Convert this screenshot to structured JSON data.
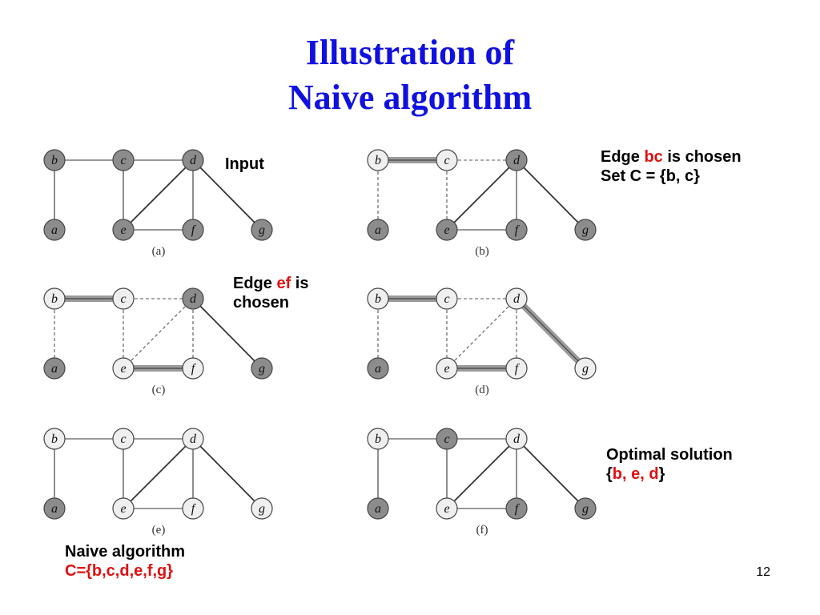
{
  "title": {
    "line1": "Illustration of",
    "line2": "Naive algorithm"
  },
  "notes": {
    "input": "Input",
    "edge_bc": {
      "pre": "Edge ",
      "edge": "bc",
      "post": " is chosen",
      "line2": "Set C = {b, c}"
    },
    "edge_ef": {
      "pre": "Edge ",
      "edge": "ef",
      "post": " is",
      "line2": "chosen"
    },
    "optimal": {
      "line1": "Optimal solution",
      "open": "{",
      "set": "b, e, d",
      "close": "}"
    },
    "naive": {
      "line1": "Naive algorithm",
      "line2": "C={b,c,d,e,f,g}"
    }
  },
  "page_number": "12",
  "colors": {
    "title": "#1010e0",
    "highlight": "#e01010",
    "node_dark": "#8c8c8c",
    "node_light": "#efefef"
  },
  "graphs": [
    {
      "id": "a",
      "caption": "(a)",
      "dark": [
        "a",
        "b",
        "c",
        "d",
        "e",
        "f",
        "g"
      ],
      "solid": [
        "bc",
        "cd",
        "ba",
        "ce",
        "ed",
        "df",
        "ef",
        "dg"
      ],
      "dashed": [],
      "thick": []
    },
    {
      "id": "b",
      "caption": "(b)",
      "dark": [
        "a",
        "d",
        "e",
        "f",
        "g"
      ],
      "solid": [
        "ed",
        "df",
        "ef",
        "dg"
      ],
      "dashed": [
        "cd",
        "ba",
        "ce"
      ],
      "thick": [
        "bc"
      ]
    },
    {
      "id": "c",
      "caption": "(c)",
      "dark": [
        "a",
        "d",
        "g"
      ],
      "solid": [
        "dg"
      ],
      "dashed": [
        "cd",
        "ba",
        "ce",
        "ed",
        "df"
      ],
      "thick": [
        "bc",
        "ef"
      ]
    },
    {
      "id": "d",
      "caption": "(d)",
      "dark": [
        "a"
      ],
      "solid": [],
      "dashed": [
        "cd",
        "ba",
        "ce",
        "ed",
        "df"
      ],
      "thick": [
        "bc",
        "ef",
        "dg"
      ]
    },
    {
      "id": "e",
      "caption": "(e)",
      "dark": [
        "a"
      ],
      "solid": [
        "bc",
        "cd",
        "ba",
        "ce",
        "ed",
        "df",
        "ef",
        "dg"
      ],
      "dashed": [],
      "thick": []
    },
    {
      "id": "f",
      "caption": "(f)",
      "dark": [
        "a",
        "c",
        "f",
        "g"
      ],
      "solid": [
        "bc",
        "cd",
        "ba",
        "ce",
        "ed",
        "df",
        "ef",
        "dg"
      ],
      "dashed": [],
      "thick": []
    }
  ]
}
